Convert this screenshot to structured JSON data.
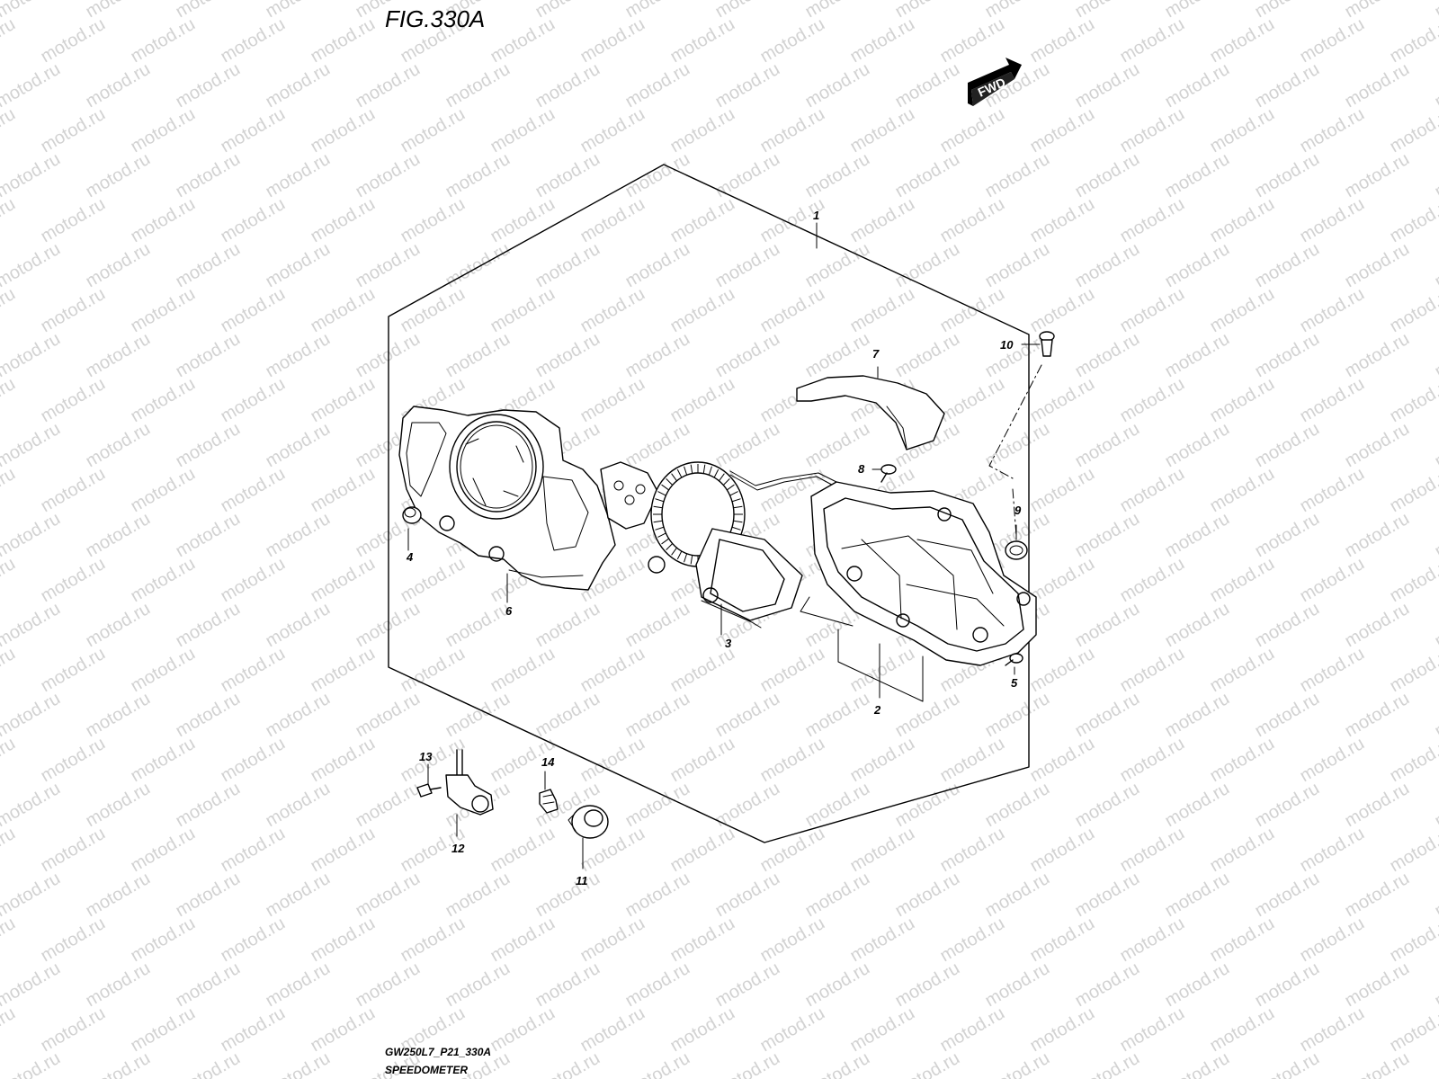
{
  "figure": {
    "title": "FIG.330A",
    "fwd_label": "FWD"
  },
  "watermark": {
    "text": "motod.ru"
  },
  "callouts": [
    {
      "id": "1",
      "label": "1"
    },
    {
      "id": "2",
      "label": "2"
    },
    {
      "id": "3",
      "label": "3"
    },
    {
      "id": "4",
      "label": "4"
    },
    {
      "id": "5",
      "label": "5"
    },
    {
      "id": "6",
      "label": "6"
    },
    {
      "id": "7",
      "label": "7"
    },
    {
      "id": "8",
      "label": "8"
    },
    {
      "id": "9",
      "label": "9"
    },
    {
      "id": "10",
      "label": "10"
    },
    {
      "id": "11",
      "label": "11"
    },
    {
      "id": "12",
      "label": "12"
    },
    {
      "id": "13",
      "label": "13"
    },
    {
      "id": "14",
      "label": "14"
    }
  ],
  "footer": {
    "code": "GW250L7_P21_330A",
    "caption": "SPEEDOMETER"
  }
}
